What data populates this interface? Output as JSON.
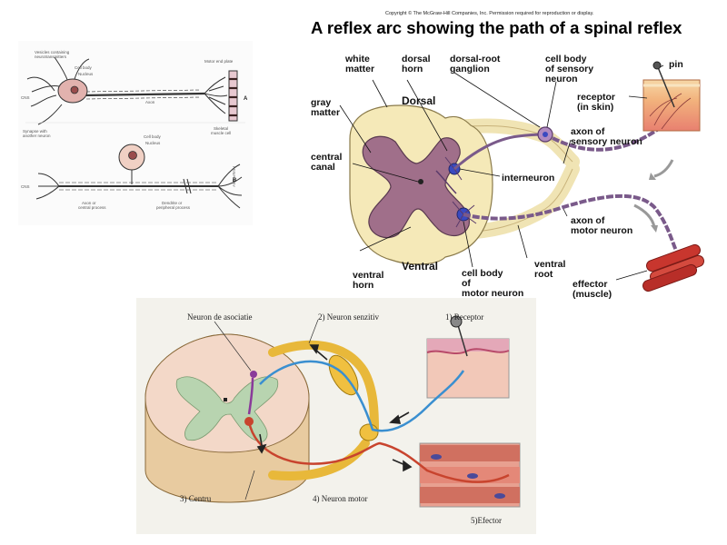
{
  "neuron_panel": {
    "a": {
      "vesicles": "Vesicles containing",
      "neurotransmitters": "neurotransmitters",
      "cell_body": "Cell body",
      "nucleus": "Nucleus",
      "cns": "CNS",
      "synapse": "Synapse with",
      "another_neuron": "another neuron",
      "axon": "Axon",
      "motor_end_plate": "Motor end plate",
      "skeletal": "Skeletal",
      "muscle_cell": "muscle cell",
      "letter": "A"
    },
    "b": {
      "cell_body": "Cell body",
      "nucleus": "Nucleus",
      "cns": "CNS",
      "axon": "Axon or",
      "central_process": "central process",
      "dendrite": "Dendrite or",
      "peripheral_process": "peripheral process",
      "periphery": "PERIPHERY",
      "letter": "B"
    }
  },
  "reflex_panel": {
    "copyright": "Copyright © The McGraw-Hill Companies, Inc. Permission required for reproduction or display.",
    "title": "A reflex arc showing the path of a spinal reflex",
    "labels": {
      "white_matter": [
        "white",
        "matter"
      ],
      "dorsal_horn": [
        "dorsal",
        "horn"
      ],
      "dorsal_root_ganglion": [
        "dorsal-root",
        "ganglion"
      ],
      "cell_body_sensory": [
        "cell body",
        "of sensory",
        "neuron"
      ],
      "pin": "pin",
      "receptor": [
        "receptor",
        "(in skin)"
      ],
      "gray_matter": [
        "gray",
        "matter"
      ],
      "dorsal": "Dorsal",
      "axon_sensory": [
        "axon of",
        "sensory neuron"
      ],
      "central_canal": [
        "central",
        "canal"
      ],
      "interneuron": "interneuron",
      "axon_motor": [
        "axon of",
        "motor neuron"
      ],
      "ventral_horn": [
        "ventral",
        "horn"
      ],
      "ventral": "Ventral",
      "cell_body_motor": [
        "cell body",
        "of",
        "motor neuron"
      ],
      "ventral_root": [
        "ventral",
        "root"
      ],
      "effector": [
        "effector",
        "(muscle)"
      ]
    }
  },
  "romanian_panel": {
    "asociatie": "Neuron de asociatie",
    "senzitiv": "2) Neuron senzitiv",
    "receptor": "1) Receptor",
    "centru": "3) Centru",
    "motor": "4) Neuron motor",
    "effector": "5)Efector"
  },
  "colors": {
    "white_matter": "#f5e9b8",
    "gray_matter": "#a06f8a",
    "neuron_purple": "#8a6a9a",
    "sensory_blue": "#3a8fd0",
    "motor_red": "#c8442e",
    "nerve_yellow": "#e8b83a",
    "muscle_red": "#c8362e"
  }
}
